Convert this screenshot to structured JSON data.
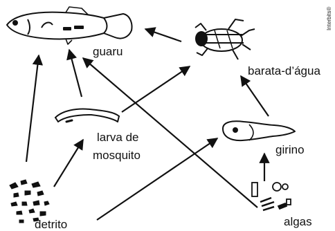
{
  "labels": {
    "guaru": "guaru",
    "barata": "barata-d’água",
    "larva_line1": "larva de",
    "larva_line2": "mosquito",
    "girino": "girino",
    "detrito": "detrito",
    "algas": "algas"
  },
  "credit": "Interbits®",
  "colors": {
    "ink": "#111111",
    "background": "#ffffff"
  }
}
